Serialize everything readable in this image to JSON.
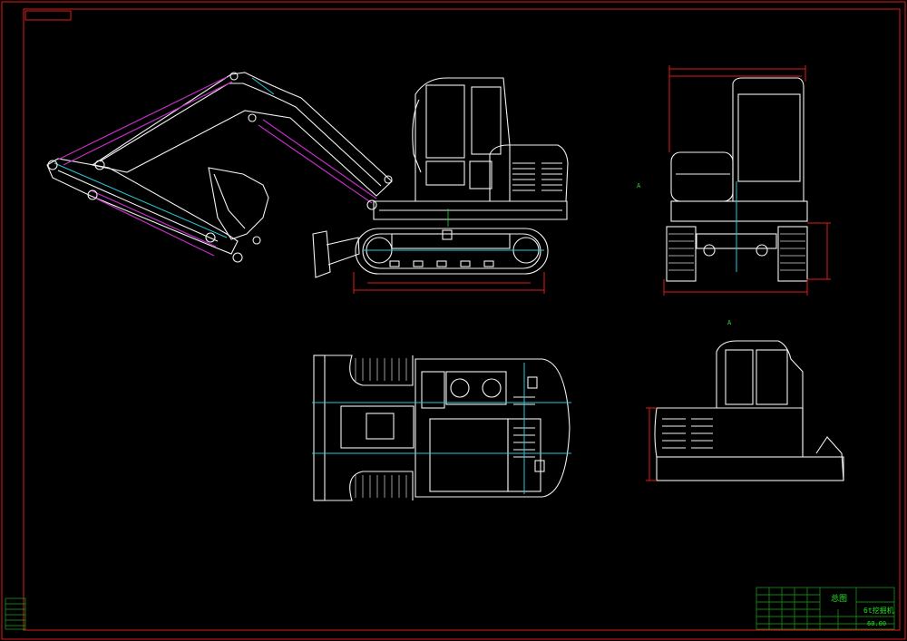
{
  "drawing": {
    "title_block": {
      "drawing_name": "总图",
      "drawing_number": "6t挖掘机",
      "scale": "60.00"
    },
    "view_labels": {
      "section_a_marker": "A",
      "view_a_title": "A"
    },
    "colors": {
      "background": "#000000",
      "frame": "#e01b1b",
      "geometry": "#f2f2f2",
      "hydraulic": "#c22ec2",
      "centerline": "#29c8d8",
      "dimension": "#22d822"
    }
  }
}
